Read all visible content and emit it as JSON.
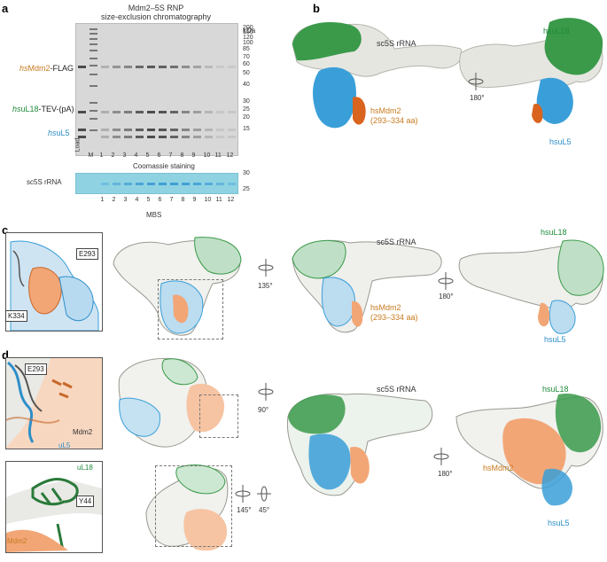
{
  "panels": {
    "a": "a",
    "b": "b",
    "c": "c",
    "d": "d"
  },
  "panel_a": {
    "title_line1": "Mdm2–5S RNP",
    "title_line2": "size-exclusion chromatography",
    "kda_label": "kDa",
    "ladder_ticks": [
      "200",
      "150",
      "120",
      "100",
      "85",
      "70",
      "60",
      "50",
      "40",
      "30",
      "25",
      "20",
      "15"
    ],
    "ladder_ticks_rna": [
      "30",
      "25"
    ],
    "band_labels": {
      "mdm2_prefix": "hs",
      "mdm2": "Mdm2",
      "mdm2_suffix": "-FLAG",
      "ul18_prefix": "hs",
      "ul18": "uL18",
      "ul18_suffix": "-TEV-(pA)",
      "ul5_prefix": "hs",
      "ul5": "uL5"
    },
    "lane_labels": [
      "Load",
      "M",
      "1",
      "2",
      "3",
      "4",
      "5",
      "6",
      "7",
      "8",
      "9",
      "10",
      "11",
      "12"
    ],
    "lane_labels_bottom": [
      "1",
      "2",
      "3",
      "4",
      "5",
      "6",
      "7",
      "8",
      "9",
      "10",
      "11",
      "12"
    ],
    "coomassie_label": "Coomassie staining",
    "rrna_label": "sc5S rRNA",
    "fraction_label": "MBS"
  },
  "panel_b": {
    "rrna_label": "sc5S rRNA",
    "ul18_label": "hsuL18",
    "mdm2_label": "hsMdm2",
    "mdm2_range": "(293–334 aa)",
    "ul5_label": "hsuL5",
    "rotation": "180°"
  },
  "panel_c": {
    "e293": "E293",
    "k334": "K334",
    "rotation1": "135°",
    "rrna_label": "sc5S rRNA",
    "ul18_label": "hsuL18",
    "mdm2_label": "hsMdm2",
    "mdm2_range": "(293–334 aa)",
    "ul5_label": "hsuL5",
    "rotation2": "180°"
  },
  "panel_d": {
    "e293": "E293",
    "mdm2_label": "Mdm2",
    "ul5_label": "uL5",
    "ul18_label": "uL18",
    "y44": "Y44",
    "mdm2_label2": "Mdm2",
    "rotation1": "90°",
    "rotation2": "145°",
    "rotation3": "45°",
    "rrna_label": "sc5S rRNA",
    "ul18_label_right": "hsuL18",
    "mdm2_label_right": "hsMdm2",
    "ul5_label_right": "hsuL5",
    "rotation4": "180°"
  },
  "colors": {
    "rrna": "#e4e4df",
    "ul18": "#3a9a4a",
    "ul5": "#3a9fd8",
    "mdm2": "#f2a676",
    "mdm2_dark": "#d9641e",
    "label_orange": "#c87a1e"
  }
}
